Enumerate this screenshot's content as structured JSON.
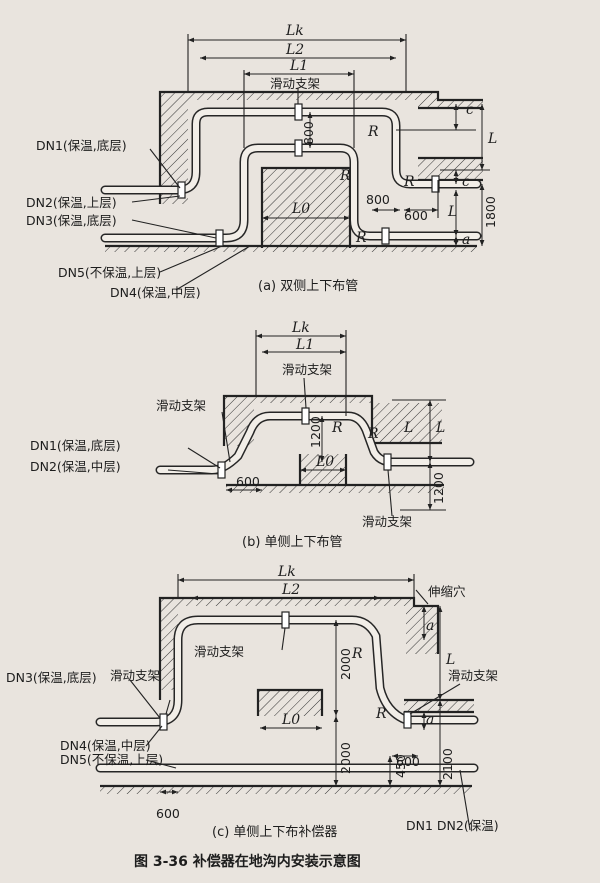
{
  "figure": {
    "title": "图 3-36   补偿器在地沟内安装示意图"
  },
  "captions": {
    "a": "(a) 双侧上下布管",
    "b": "(b) 单侧上下布管",
    "c": "(c) 单侧上下布补偿器"
  },
  "labels": {
    "a": {
      "lk": "Lk",
      "l2": "L2",
      "l1": "L1",
      "l0": "L0",
      "l": "L",
      "r": "R",
      "c": "c",
      "a": "a",
      "slide": "滑动支架",
      "d800v": "800",
      "d800h": "800",
      "d600": "600",
      "d1800": "1800",
      "dn1": "DN1(保温,底层)",
      "dn2": "DN2(保温,上层)",
      "dn3": "DN3(保温,底层)",
      "dn5": "DN5(不保温,上层)",
      "dn4": "DN4(保温,中层)"
    },
    "b": {
      "lk": "Lk",
      "l1": "L1",
      "l0": "L0",
      "l": "L",
      "r": "R",
      "slide": "滑动支架",
      "d1200": "1200",
      "d600": "600",
      "dn1": "DN1(保温,底层)",
      "dn2": "DN2(保温,中层)"
    },
    "c": {
      "lk": "Lk",
      "l2": "L2",
      "l0": "L0",
      "l": "L",
      "r": "R",
      "a": "a",
      "expansion": "伸缩穴",
      "slide": "滑动支架",
      "d2000": "2000",
      "d450": "450",
      "d600": "600",
      "d2100": "2100",
      "dn3": "DN3(保温,底层)",
      "dn4": "DN4(保温,中层)",
      "dn5": "DN5(不保温,上层)",
      "dn1dn2": "DN1 DN2(保温)"
    }
  }
}
